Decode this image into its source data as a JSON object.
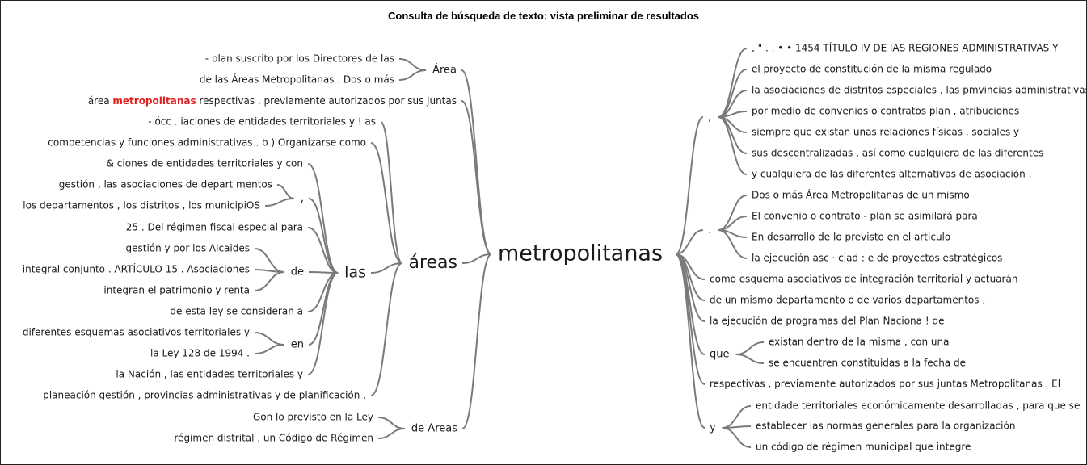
{
  "title": "Consulta de búsqueda de texto: vista preliminar de resultados",
  "center": {
    "label": "metropolitanas",
    "color": "#e8262b"
  },
  "left": [
    {
      "label": "Área",
      "children": [
        {
          "label": "- plan suscrito por los Directores de las"
        },
        {
          "label": "de las Áreas Metropolitanas . Dos o más"
        }
      ]
    },
    {
      "label": "área metropolitanas respectivas , previamente autorizados por sus juntas",
      "highlight": "metropolitanas"
    },
    {
      "label": "áreas",
      "children": [
        {
          "label": "- ócc . iaciones de entidades territoriales y ! as"
        },
        {
          "label": "competencias y funciones administrativas . b ) Organizarse como"
        },
        {
          "label": "las",
          "children": [
            {
              "label": "& ciones de entidades territoriales y con"
            },
            {
              "label": ",",
              "children": [
                {
                  "label": "gestión , las asociaciones de depart mentos"
                },
                {
                  "label": "los departamentos , los distritos , los municipiOS"
                }
              ]
            },
            {
              "label": "25 . Del régimen fiscal especial para"
            },
            {
              "label": "de",
              "children": [
                {
                  "label": "gestión y por los Alcaides"
                },
                {
                  "label": "integral conjunto . ARTÍCULO 15 . Asociaciones"
                },
                {
                  "label": "integran el patrimonio y renta"
                }
              ]
            },
            {
              "label": "de esta ley se consideran a"
            },
            {
              "label": "en",
              "children": [
                {
                  "label": "diferentes esquemas asociativos territoriales y"
                },
                {
                  "label": "la Ley 128 de 1994 ."
                }
              ]
            },
            {
              "label": "la Nación , las entidades territoriales y"
            }
          ]
        },
        {
          "label": "planeación gestión , provincias administrativas y de planificación ,"
        }
      ]
    },
    {
      "label": "de Areas",
      "children": [
        {
          "label": "Gon lo previsto en la Ley"
        },
        {
          "label": "régimen distrital , un Código de Régimen"
        }
      ]
    }
  ],
  "right": [
    {
      "label": ",",
      "children": [
        {
          "label": ", \" . . • • 1454 TÍTULO IV DE lAS REGIONES ADMINISTRATIVAS Y"
        },
        {
          "label": "el proyecto de constitución de la misma regulado"
        },
        {
          "label": "la asociaciones de distritos especiales , las pmvincias administrativas"
        },
        {
          "label": "por medio de convenios o contratos plan , atribuciones"
        },
        {
          "label": "siempre que existan unas relaciones físicas , sociales y"
        },
        {
          "label": "sus descentralizadas , así como cualquiera de las diferentes"
        },
        {
          "label": "y cualquiera de las diferentes alternativas de asociación ,"
        }
      ]
    },
    {
      "label": ".",
      "children": [
        {
          "label": "Dos o más Área Metropolitanas de un mismo"
        },
        {
          "label": "El convenio o contrato - plan se asimilará para"
        },
        {
          "label": "En desarrollo de lo previsto en el articulo"
        },
        {
          "label": "la ejecución asc · ciad : e de proyectos estratégicos"
        }
      ]
    },
    {
      "label": "como esquema asociativos de integración territorial y actuarán"
    },
    {
      "label": "de un mismo departamento o de varios departamentos ,"
    },
    {
      "label": "la ejecución de programas del Plan Naciona ! de"
    },
    {
      "label": "que",
      "children": [
        {
          "label": "existan dentro de la misma , con una"
        },
        {
          "label": "se encuentren constituidas a la fecha de"
        }
      ]
    },
    {
      "label": "respectivas , previamente autorizados por sus juntas Metropolitanas . El"
    },
    {
      "label": "y",
      "children": [
        {
          "label": "entidade territoriales económicamente desarrolladas , para que se"
        },
        {
          "label": "establecer las normas generales para la organización"
        },
        {
          "label": "un código de régimen municipal que integre"
        }
      ]
    }
  ]
}
